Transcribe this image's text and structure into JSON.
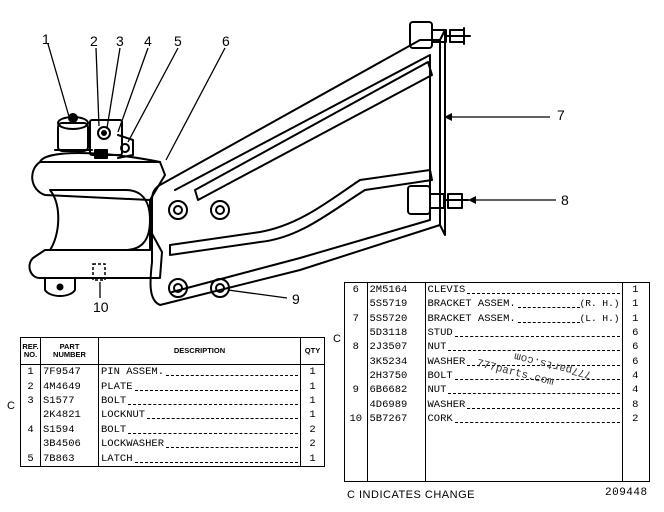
{
  "callouts": [
    "1",
    "2",
    "3",
    "4",
    "5",
    "6",
    "7",
    "8",
    "9",
    "10"
  ],
  "left_table": {
    "headers": {
      "ref": "REF.\nNO.",
      "part": "PART\nNUMBER",
      "desc": "DESCRIPTION",
      "qty": "QTY"
    },
    "rows": [
      {
        "ref": "1",
        "part": "7F9547",
        "desc": "PIN ASSEM.",
        "qty": "1"
      },
      {
        "ref": "2",
        "part": "4M4649",
        "desc": "PLATE",
        "qty": "1"
      },
      {
        "ref": "3",
        "part": "S1577",
        "desc": "BOLT",
        "qty": "1"
      },
      {
        "ref": "",
        "part": "2K4821",
        "desc": "LOCKNUT",
        "qty": "1"
      },
      {
        "ref": "4",
        "part": "S1594",
        "desc": "BOLT",
        "qty": "2"
      },
      {
        "ref": "",
        "part": "3B4506",
        "desc": "LOCKWASHER",
        "qty": "2"
      },
      {
        "ref": "5",
        "part": "7B863",
        "desc": "LATCH",
        "qty": "1"
      }
    ]
  },
  "right_table": {
    "rows": [
      {
        "ref": "6",
        "part": "2M5164",
        "desc": "CLEVIS",
        "side": "",
        "qty": "1"
      },
      {
        "ref": "",
        "part": "5S5719",
        "desc": "BRACKET ASSEM.",
        "side": "(R. H.)",
        "qty": "1"
      },
      {
        "ref": "7",
        "part": "5S5720",
        "desc": "BRACKET ASSEM.",
        "side": "(L. H.)",
        "qty": "1"
      },
      {
        "ref": "",
        "part": "5D3118",
        "desc": "STUD",
        "side": "",
        "qty": "6"
      },
      {
        "ref": "8",
        "part": "2J3507",
        "desc": "NUT",
        "side": "",
        "qty": "6"
      },
      {
        "ref": "",
        "part": "3K5234",
        "desc": "WASHER",
        "side": "",
        "qty": "6"
      },
      {
        "ref": "",
        "part": "2H3750",
        "desc": "BOLT",
        "side": "",
        "qty": "4"
      },
      {
        "ref": "9",
        "part": "6B6682",
        "desc": "NUT",
        "side": "",
        "qty": "4"
      },
      {
        "ref": "",
        "part": "4D6989",
        "desc": "WASHER",
        "side": "",
        "qty": "8"
      },
      {
        "ref": "10",
        "part": "5B7267",
        "desc": "CORK",
        "side": "",
        "qty": "2"
      }
    ]
  },
  "change_marks": [
    "C",
    "C"
  ],
  "footer": {
    "note": "C INDICATES CHANGE",
    "figure_number": "209448"
  },
  "watermark": "777parts.com"
}
